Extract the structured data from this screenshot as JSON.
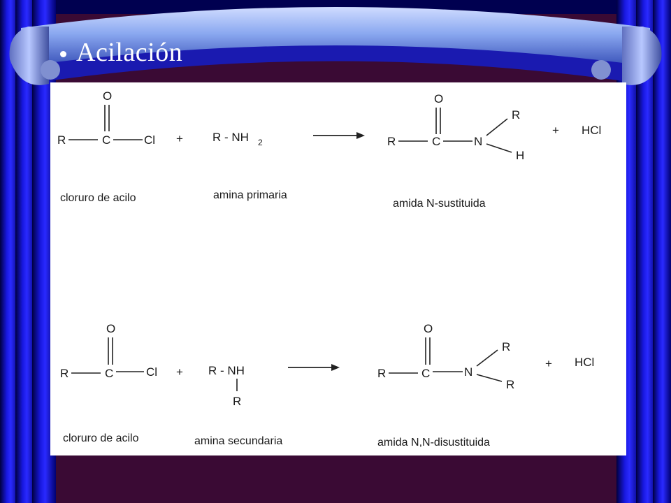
{
  "slide": {
    "title": "Acilación"
  },
  "colors": {
    "curtain_blue": "#1010c8",
    "curtain_dark": "#000060",
    "ribbon_light": "#a8c0ff",
    "background": "#3a0a34",
    "panel": "#ffffff"
  },
  "reaction1": {
    "reagent1": {
      "o": "O",
      "r": "R",
      "c": "C",
      "cl": "Cl"
    },
    "plus1": "+",
    "reagent2": {
      "formula": "R - NH",
      "subscript": "2"
    },
    "product": {
      "o": "O",
      "r": "R",
      "c": "C",
      "n": "N",
      "r_top": "R",
      "h_bottom": "H"
    },
    "plus2": "+",
    "byproduct": "HCl",
    "labels": {
      "reagent1": "cloruro de acilo",
      "reagent2": "amina primaria",
      "product": "amida N-sustituida"
    }
  },
  "reaction2": {
    "reagent1": {
      "o": "O",
      "r": "R",
      "c": "C",
      "cl": "Cl"
    },
    "plus1": "+",
    "reagent2": {
      "formula": "R - NH",
      "r_below": "R"
    },
    "product": {
      "o": "O",
      "r": "R",
      "c": "C",
      "n": "N",
      "r_top": "R",
      "r_bottom": "R"
    },
    "plus2": "+",
    "byproduct": "HCl",
    "labels": {
      "reagent1": "cloruro de acilo",
      "reagent2": "amina secundaria",
      "product": "amida N,N-disustituida"
    }
  }
}
